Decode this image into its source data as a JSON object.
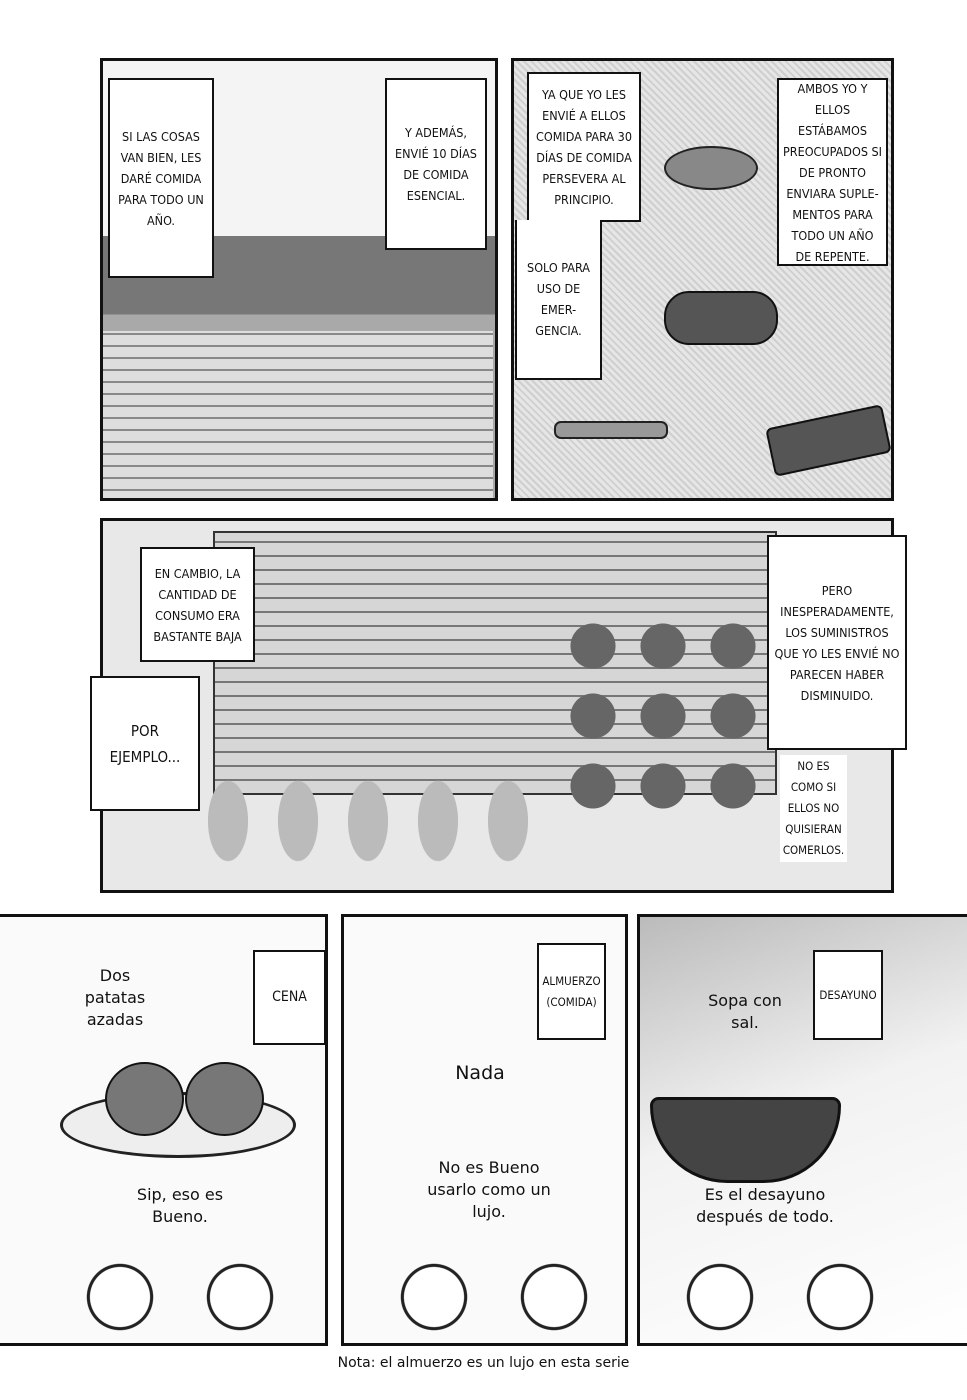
{
  "panels": {
    "p1": {
      "caption_a": "SI LAS COSAS VAN BIEN, LES DARÉ COMIDA PARA TODO UN AÑO.",
      "caption_b": "Y ADEMÁS, ENVIÉ 10 DÍAS DE COMIDA ESENCIAL."
    },
    "p2": {
      "caption_a": "YA QUE YO LES ENVIÉ A ELLOS COMIDA PARA 30 DÍAS DE COMIDA PERSEVERA AL PRINCIPIO.",
      "caption_b": "SOLO PARA USO DE EMER-GENCIA.",
      "caption_c": "AMBOS YO Y ELLOS ESTÁBAMOS PREOCUPADOS SI DE PRONTO ENVIARA SUPLE-MENTOS PARA TODO UN AÑO DE REPENTE."
    },
    "p3": {
      "caption_a": "EN CAMBIO, LA CANTIDAD DE CONSUMO ERA BASTANTE BAJA",
      "caption_b": "POR EJEMPLO...",
      "caption_c": "PERO INESPERADAMENTE, LOS SUMINISTROS QUE YO LES ENVIÉ NO PARECEN HABER DISMINUIDO.",
      "caption_d": "NO ES COMO SI ELLOS NO QUISIERAN COMERLOS."
    },
    "p4": {
      "label": "CENA",
      "food": "Dos patatas azadas",
      "comment": "Sip, eso es Bueno."
    },
    "p5": {
      "label": "ALMUERZO (COMIDA)",
      "food": "Nada",
      "comment": "No es Bueno usarlo como un lujo."
    },
    "p6": {
      "label": "DESAYUNO",
      "food": "Sopa con sal.",
      "comment": "Es el desayuno después de todo."
    }
  },
  "footer_note": "Nota: el almuerzo es un lujo en esta serie"
}
